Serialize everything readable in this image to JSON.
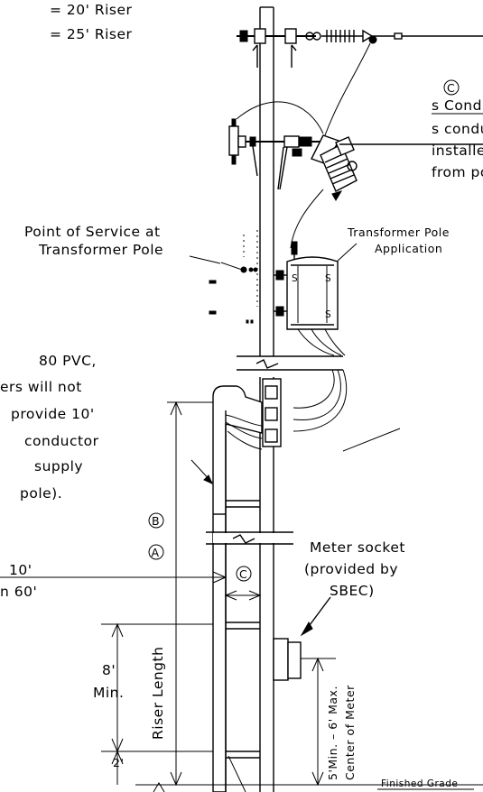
{
  "notes": {
    "riser_line_1": "= 20' Riser",
    "riser_line_2": "= 25' Riser",
    "c_symbol": "C",
    "c_heading": "s Conduit",
    "c_line_1": "s conduit",
    "c_line_2": "installed",
    "c_line_3": "from pole",
    "pvc_line_1": "80 PVC,",
    "pvc_line_2": "ers will not",
    "pvc_line_3": "provide 10'",
    "pvc_line_4": "conductor",
    "pvc_line_5": "supply",
    "pvc_line_6": "pole).",
    "dist_line_1": "10'",
    "dist_line_2": "n 60'"
  },
  "labels": {
    "point_of_service_1": "Point of Service at",
    "point_of_service_2": "Transformer Pole",
    "transformer_app_1": "Transformer Pole",
    "transformer_app_2": "Application",
    "meter_socket_1": "Meter socket",
    "meter_socket_2": "(provided by",
    "meter_socket_3": "SBEC)",
    "finished_grade": "Finished Grade"
  },
  "dimensions": {
    "riser_length": "Riser Length",
    "circle_a": "A",
    "circle_b": "B",
    "circle_c": "C",
    "eight_ft": "8'",
    "min": "Min.",
    "two_ft": "2'",
    "meter_height_1": "5'Min. – 6' Max.",
    "meter_height_2": "Center of Meter"
  },
  "transformer": {
    "mark_left": "S",
    "mark_right": "S"
  }
}
